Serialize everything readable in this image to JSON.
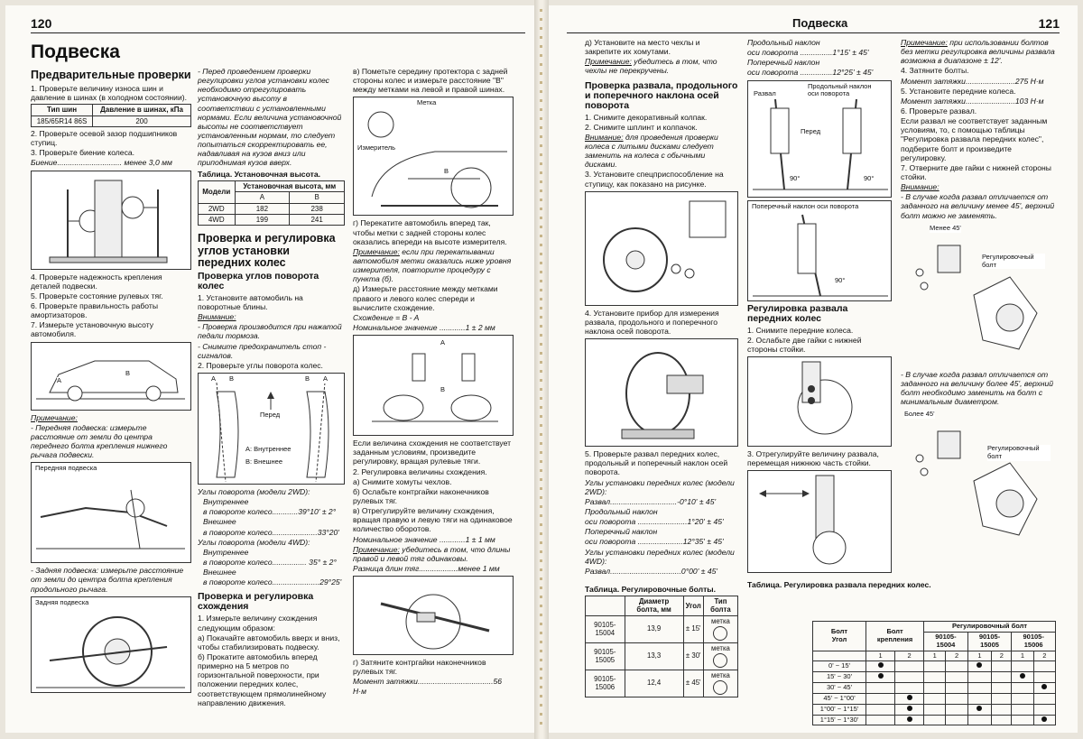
{
  "left": {
    "page_number": "120",
    "title": "Подвеска",
    "c1": {
      "h_pre": "Предварительные проверки",
      "p1": "1. Проверьте величину износа шин и давление в шинах (в холодном состоянии).",
      "tire_table": {
        "headers": [
          "Тип шин",
          "Давление в шинах, кПа"
        ],
        "row": [
          "185/65R14 86S",
          "200"
        ]
      },
      "p2": "2. Проверьте осевой зазор подшипников ступиц.",
      "p3": "3. Проверьте биение колеса.",
      "runout": "Биение.............................. менее 3,0 мм",
      "p4": "4. Проверьте надежность крепления деталей подвески.",
      "p5": "5. Проверьте состояние рулевых тяг.",
      "p6": "6. Проверьте правильность работы амортизаторов.",
      "p7": "7. Измерьте установочную высоту автомобиля.",
      "fig_car_a": "A",
      "fig_car_b": "B",
      "note_label": "Примечание:",
      "note1": "- Передняя подвеска: измерьте расстояние от земли до центра переднего болта крепления нижнего рычага подвески.",
      "fig_front_label": "Передняя подвеска",
      "note2": "- Задняя подвеска: измерьте расстояние от земли до центра болта крепления продольного рычага.",
      "fig_rear_label": "Задняя подвеска"
    },
    "c2": {
      "intro": "- Перед проведением проверки регулировки углов установки колес необходимо отрегулировать установочную высоту в соответствии с установленными нормами. Если величина установочной высоты не соответствует установленным нормам, то следует попытаться скорректировать ее, надавливая на кузов вниз или приподнимая кузов вверх.",
      "tcap": "Таблица. Установочная высота.",
      "height_table": {
        "h_model": "Модели",
        "h_val": "Установочная высота, мм",
        "h_a": "A",
        "h_b": "B",
        "rows": [
          [
            "2WD",
            "182",
            "238"
          ],
          [
            "4WD",
            "199",
            "241"
          ]
        ]
      },
      "h_check": "Проверка и регулировка углов установки передних колес",
      "h_turn": "Проверка углов поворота колес",
      "p1": "1. Установите автомобиль на поворотные блины.",
      "att_label": "Внимание:",
      "att1": "- Проверка производится при нажатой педали тормоза.",
      "att2": "- Снимите предохранитель стоп - сигналов.",
      "p2": "2. Проверьте углы поворота колес.",
      "fig_a": "A",
      "fig_b": "B",
      "fig_forward": "Перед",
      "fig_in": "A: Внутреннее",
      "fig_out": "B: Внешнее",
      "turn_2wd": "Углы поворота (модели 2WD):",
      "inner": "Внутреннее",
      "turn_2wd_in": "в повороте колесо............39°10' ± 2°",
      "outer": "Внешнее",
      "turn_2wd_out": "в повороте колесо.....................33°20'",
      "turn_4wd": "Углы поворота (модели 4WD):",
      "turn_4wd_in": "в повороте колесо................ 35° ± 2°",
      "turn_4wd_out": "в повороте колесо......................29°25'",
      "h_toe": "Проверка и регулировка схождения",
      "t1": "1. Измерьте величину схождения следующим образом:",
      "t1a": "а) Покачайте автомобиль вверх и вниз, чтобы стабилизировать подвеску.",
      "t1b": "б) Прокатите автомобиль вперед примерно на 5 метров по горизонтальной поверхности, при положении передних колес, соответствующем прямолинейному направлению движения."
    },
    "c3": {
      "v": "в) Пометьте середину протектора с задней стороны колес и измерьте расстояние \"B\" между метками на левой и правой шинах.",
      "fig_mark": "Метка",
      "fig_meter": "Измеритель",
      "fig_b": "B",
      "g": "г) Перекатите автомобиль вперед так, чтобы метки с задней стороны колес оказались впереди на высоте измерителя.",
      "note_label": "Примечание:",
      "note": "если при перекатывании автомобиля метки оказались ниже уровня измерителя, повторите процедуру с пункта (б).",
      "d": "д) Измерьте расстояние между метками правого и левого колес спереди и вычислите схождение.",
      "formula": "Схождение = B - A",
      "nominal": "Номинальное значение ............1 ± 2 мм",
      "fig_a": "A",
      "fig_b2": "B",
      "if": "Если величина схождения не соответствует заданным условиям, произведите регулировку, вращая рулевые тяги.",
      "p2": "2. Регулировка величины схождения.",
      "a": "а) Снимите хомуты чехлов.",
      "b": "б) Ослабьте контргайки наконечников рулевых тяг.",
      "vv": "в) Отрегулируйте величину схождения, вращая правую и левую тяги на одинаковое количество оборотов.",
      "nominal2": "Номинальное значение ............1 ± 1 мм",
      "note2_label": "Примечание:",
      "note2": "убедитесь в том, что длины правой и левой тяг одинаковы.",
      "diff": "Разница длин тяг..................менее 1 мм",
      "gg": "г) Затяните контргайки наконечников рулевых тяг.",
      "torque": "Момент затяжки...................................56 Н·м"
    }
  },
  "right": {
    "page_number": "121",
    "title": "Подвеска",
    "c1": {
      "d": "д) Установите на место чехлы и закрепите их хомутами.",
      "note_label": "Примечание:",
      "note": "убедитесь в том, что чехлы не перекручены.",
      "h": "Проверка развала, продольного и поперечного наклона осей поворота",
      "p1": "1. Снимите декоративный колпак.",
      "p2": "2. Снимите шплинт и колпачок.",
      "att_label": "Внимание:",
      "att": "для проведения проверки колеса с литыми дисками следует заменить на колеса с обычными дисками.",
      "p3": "3. Установите спецприспособление на ступицу, как показано на рисунке.",
      "p4": "4. Установите прибор для измерения развала, продольного и поперечного наклона осей поворота.",
      "p5": "5. Проверьте развал передних колес, продольный и поперечный наклон осей поворота.",
      "spec2wd": "Углы установки передних колес (модели 2WD):",
      "camber2": "Развал...............................-0°10' ± 45'",
      "caster_l": "Продольный наклон",
      "caster2": "оси поворота .......................1°20' ± 45'",
      "kpi_l": "Поперечный наклон",
      "kpi2": "оси поворота .....................12°35' ± 45'",
      "spec4wd": "Углы установки передних колес (модели 4WD):",
      "camber4": "Развал.................................0°00' ± 45'",
      "tcap": "Таблица. Регулировочные болты.",
      "bolt_table": {
        "headers": [
          "",
          "Диаметр болта, мм",
          "Угол",
          "Тип болта"
        ],
        "mark": "метка",
        "rows": [
          [
            "90105-15004",
            "13,9",
            "± 15'"
          ],
          [
            "90105-15005",
            "13,3",
            "± 30'"
          ],
          [
            "90105-15006",
            "12,4",
            "± 45'"
          ]
        ]
      }
    },
    "c2": {
      "caster_l": "Продольный наклон",
      "caster4": "оси поворота ...............1°15' ± 45'",
      "kpi_l": "Поперечный наклон",
      "kpi4": "оси поворота ...............12°25' ± 45'",
      "fig_camber": "Развал",
      "fig_caster": "Продольный наклон оси поворота",
      "fig_fwd": "Перед",
      "fig_90a": "90°",
      "fig_90b": "90°",
      "fig_kpi": "Поперечный наклон оси поворота",
      "fig_90c": "90°",
      "h": "Регулировка развала передних колес",
      "p1": "1. Снимите передние колеса.",
      "p2": "2. Ослабьте две гайки с нижней стороны стойки.",
      "p3": "3. Отрегулируйте величину развала, перемещая нижнюю часть стойки.",
      "tcap": "Таблица. Регулировка развала передних колес."
    },
    "c3": {
      "note_label": "Примечание:",
      "note": "при использовании болтов без метки регулировка величины развала возможна в диапазоне ± 12'.",
      "p4": "4. Затяните болты.",
      "torque1": "Момент затяжки.......................275 Н·м",
      "p5": "5. Установите передние колеса.",
      "torque2": "Момент затяжки.......................103 Н·м",
      "p6": "6. Проверьте развал.",
      "p6b": "Если развал не соответствует заданным условиям, то, с помощью таблицы \"Регулировка развала передних колес\", подберите болт и произведите регулировку.",
      "p7": "7. Отверните две гайки с нижней стороны стойки.",
      "att_label": "Внимание:",
      "att1": "- В случае когда развал отличается от заданного на величину менее 45', верхний болт можно не заменять.",
      "fig_lt45": "Менее 45'",
      "fig_bolt1": "Регулировочный болт",
      "att2": "- В случае когда развал отличается от заданного на величину более 45', верхний болт необходимо заменить на болт с минимальным диаметром.",
      "fig_gt45": "Более 45'",
      "fig_bolt2": "Регулировочный болт"
    },
    "camber_table": {
      "h_bolt": "Болт",
      "h_angle": "Угол",
      "h_mount": "Болт крепления",
      "h_adj": "Регулировочный болт",
      "bolts": [
        "90105-15004",
        "90105-15005",
        "90105-15006"
      ],
      "sub": [
        "1",
        "2",
        "1",
        "2",
        "1",
        "2",
        "1",
        "2"
      ],
      "rows": [
        {
          "angle": "0' ~ 15'",
          "dots": [
            1,
            0,
            0,
            0,
            1,
            0,
            0,
            0
          ]
        },
        {
          "angle": "15' ~ 30'",
          "dots": [
            1,
            0,
            0,
            0,
            0,
            0,
            1,
            0
          ]
        },
        {
          "angle": "30' ~ 45'",
          "dots": [
            0,
            0,
            0,
            0,
            0,
            0,
            0,
            1
          ]
        },
        {
          "angle": "45' ~ 1°00'",
          "dots": [
            0,
            1,
            0,
            0,
            0,
            0,
            0,
            0
          ]
        },
        {
          "angle": "1°00' ~ 1°15'",
          "dots": [
            0,
            1,
            0,
            0,
            1,
            0,
            0,
            0
          ]
        },
        {
          "angle": "1°15' ~ 1°30'",
          "dots": [
            0,
            1,
            0,
            0,
            0,
            0,
            0,
            1
          ]
        }
      ]
    }
  }
}
